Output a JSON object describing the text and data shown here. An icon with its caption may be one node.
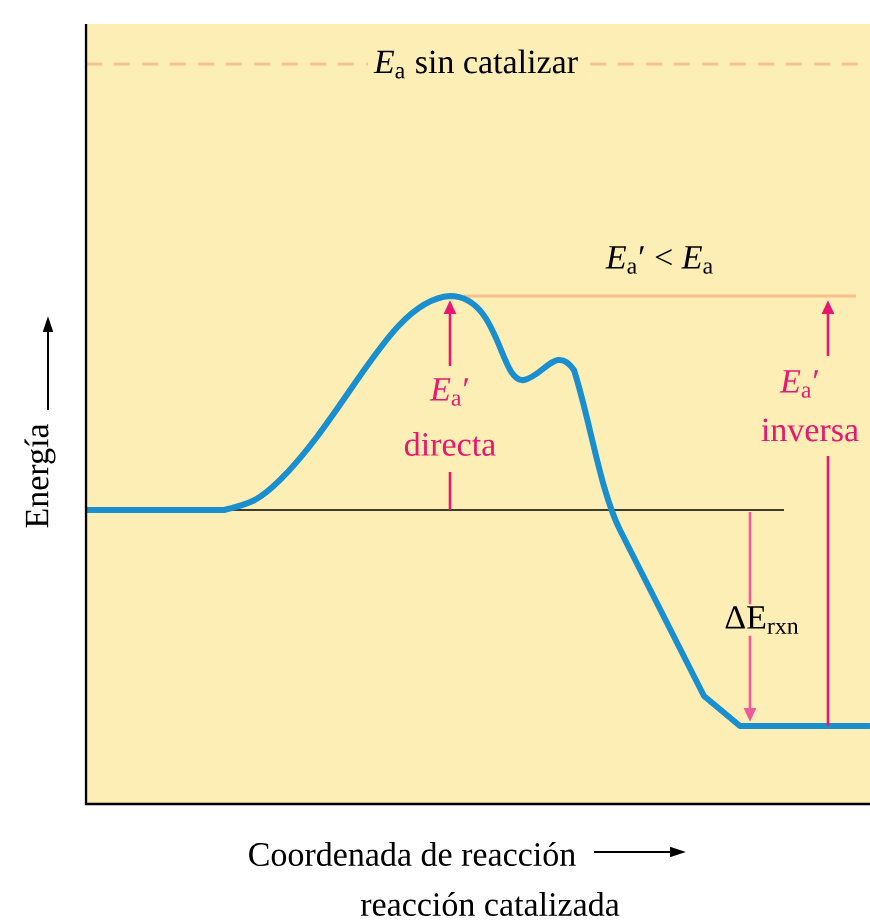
{
  "diagram": {
    "labels": [
      "*E*$_{a}$ sin catalizar",
      "*E*$_{a}$′ < *E*$_{a}$",
      "*E*$_{a}$′",
      "directa",
      "*E*$_{a}$′",
      "inversa",
      "ΔE$_{rxn}$",
      "Energía",
      "Coordenada de reacción",
      "reacción catalizada"
    ]
  }
}
